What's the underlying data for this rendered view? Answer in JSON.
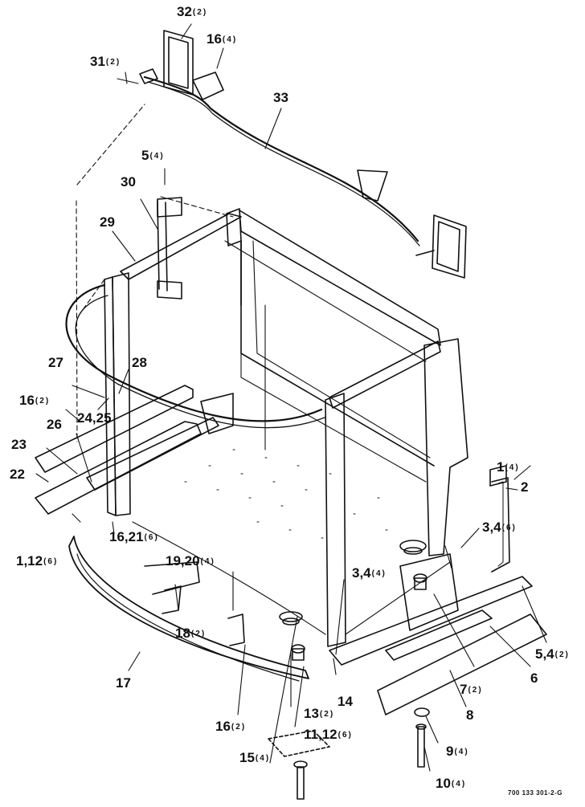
{
  "callouts": [
    {
      "id": "c1",
      "num": "1",
      "qty": "(4)"
    },
    {
      "id": "c2",
      "num": "2",
      "qty": ""
    },
    {
      "id": "c3",
      "num": "3,4",
      "qty": "(6)"
    },
    {
      "id": "c3b",
      "num": "3,4",
      "qty": "(4)"
    },
    {
      "id": "c5",
      "num": "5",
      "qty": "(4)"
    },
    {
      "id": "c5b",
      "num": "5,4",
      "qty": "(2)"
    },
    {
      "id": "c6",
      "num": "6",
      "qty": ""
    },
    {
      "id": "c7",
      "num": "7",
      "qty": "(2)"
    },
    {
      "id": "c8",
      "num": "8",
      "qty": ""
    },
    {
      "id": "c9",
      "num": "9",
      "qty": "(4)"
    },
    {
      "id": "c10",
      "num": "10",
      "qty": "(4)"
    },
    {
      "id": "c11",
      "num": "11,12",
      "qty": "(6)"
    },
    {
      "id": "c12",
      "num": "1,12",
      "qty": "(6)"
    },
    {
      "id": "c13",
      "num": "13",
      "qty": "(2)"
    },
    {
      "id": "c14",
      "num": "14",
      "qty": ""
    },
    {
      "id": "c15",
      "num": "15",
      "qty": "(4)"
    },
    {
      "id": "c16a",
      "num": "16",
      "qty": "(4)"
    },
    {
      "id": "c16b",
      "num": "16",
      "qty": "(2)"
    },
    {
      "id": "c16c",
      "num": "16,21",
      "qty": "(6)"
    },
    {
      "id": "c16d",
      "num": "16",
      "qty": "(2)"
    },
    {
      "id": "c17",
      "num": "17",
      "qty": ""
    },
    {
      "id": "c18",
      "num": "18",
      "qty": "(2)"
    },
    {
      "id": "c19",
      "num": "19,20",
      "qty": "(4)"
    },
    {
      "id": "c22",
      "num": "22",
      "qty": ""
    },
    {
      "id": "c23",
      "num": "23",
      "qty": ""
    },
    {
      "id": "c24",
      "num": "24,25",
      "qty": ""
    },
    {
      "id": "c26",
      "num": "26",
      "qty": ""
    },
    {
      "id": "c27",
      "num": "27",
      "qty": ""
    },
    {
      "id": "c28",
      "num": "28",
      "qty": ""
    },
    {
      "id": "c29",
      "num": "29",
      "qty": ""
    },
    {
      "id": "c30",
      "num": "30",
      "qty": ""
    },
    {
      "id": "c31",
      "num": "31",
      "qty": "(2)"
    },
    {
      "id": "c32",
      "num": "32",
      "qty": "(2)"
    },
    {
      "id": "c33",
      "num": "33",
      "qty": ""
    }
  ],
  "figure_code": "700 133 301-2-G"
}
